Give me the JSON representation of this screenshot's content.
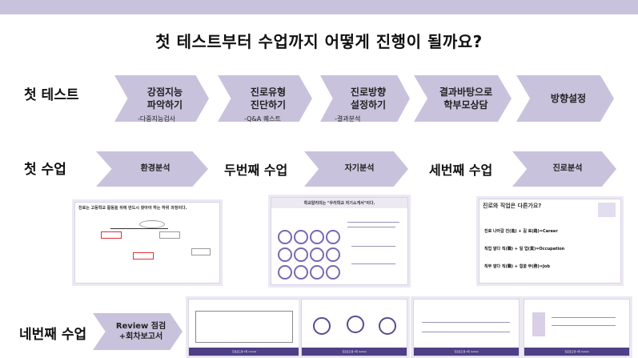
{
  "title": "첫 테스트부터 수업까지 어떻게 진행이 될까요?",
  "rows": {
    "row1_label": "첫 테스트",
    "row2_label": "첫 수업",
    "row4_label": "네번째 수업"
  },
  "test_steps": [
    {
      "label": "강점지능\n파악하기",
      "note": "-다중지능검사"
    },
    {
      "label": "진로유형\n진단하기",
      "note": "-Q&A 퀘스트"
    },
    {
      "label": "진로방향\n설정하기",
      "note": "-결과분석"
    },
    {
      "label": "결과바탕으로\n학부모상담",
      "note": ""
    },
    {
      "label": "방향설정",
      "note": ""
    }
  ],
  "lessons": {
    "first": "환경분석",
    "second_label": "두번째 수업",
    "second": "자기분석",
    "third_label": "세번째 수업",
    "third": "진로분석",
    "fourth": "Review 점검\n+회차보고서"
  },
  "slides": {
    "s1_title": "진로는 고등학교 활동을 뒤에 반드시 찾아야 하는 하위 과정이다.",
    "s2_title": "학교알리미는 \"우리학교 자기소개서\"이다.",
    "s3_title": "진로와 직업은 다른가요?",
    "s3_line1": "진로  나아갈 진(進) + 길 로(路)=Career",
    "s3_line2": "직업  맡다 직(職) + 일 업(業)=Occupation",
    "s3_line3": "직무  맡다 직(職) + 힘쓸 무(務)=Job",
    "footer": "진로로드맵 1회 review"
  },
  "colors": {
    "accent": "#c9c2dc",
    "dark": "#4f3f86"
  }
}
